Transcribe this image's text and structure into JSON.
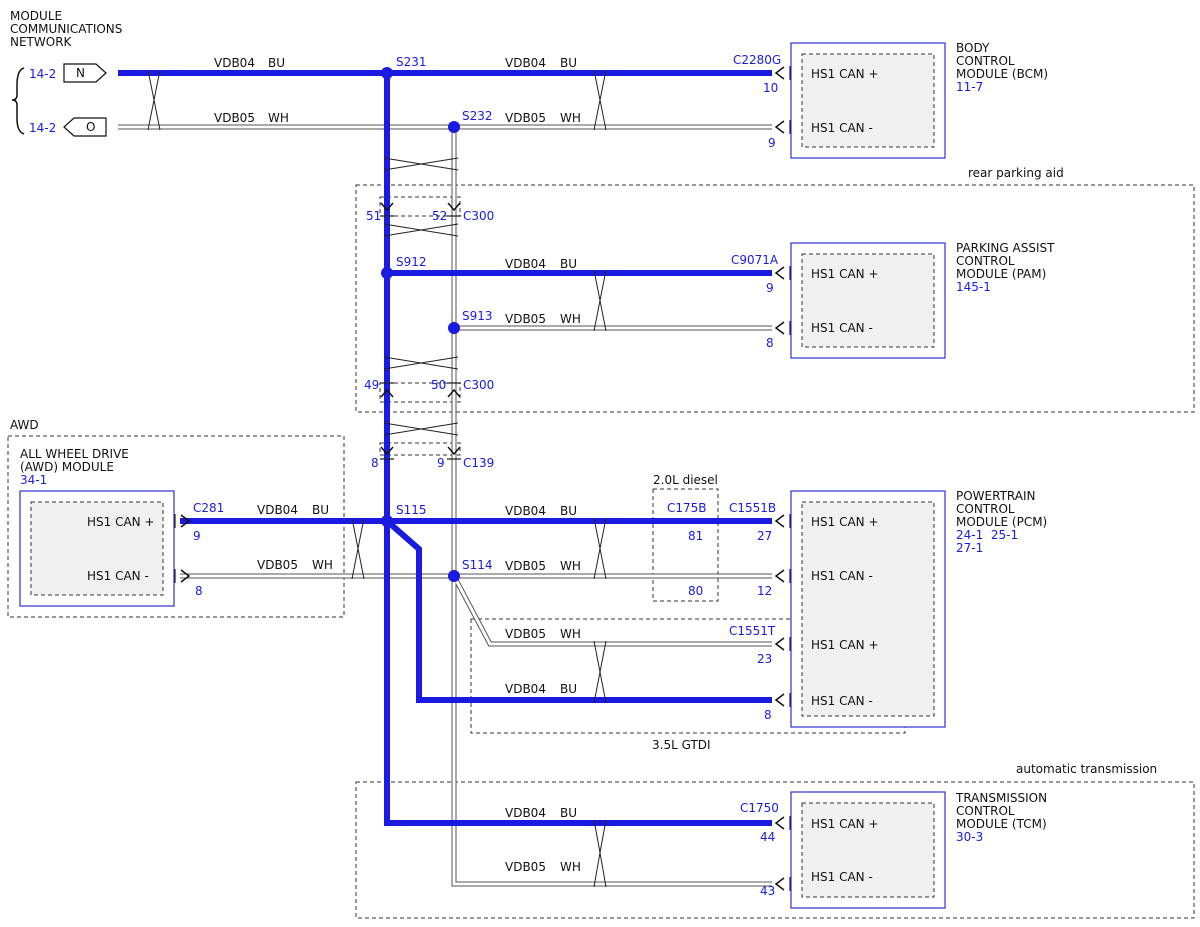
{
  "header": {
    "title_lines": [
      "MODULE",
      "COMMUNICATIONS",
      "NETWORK"
    ]
  },
  "network_refs": {
    "n": {
      "ref": "14-2",
      "letter": "N"
    },
    "o": {
      "ref": "14-2",
      "letter": "O"
    }
  },
  "circuits": {
    "bu_code": "VDB04",
    "bu_color": "BU",
    "wh_code": "VDB05",
    "wh_color": "WH"
  },
  "splices": {
    "s231": "S231",
    "s232": "S232",
    "s912": "S912",
    "s913": "S913",
    "s115": "S115",
    "s114": "S114"
  },
  "inline_connectors": {
    "c300_top": {
      "name": "C300",
      "pin_bu": "51",
      "pin_wh": "52"
    },
    "c300_bottom": {
      "name": "C300",
      "pin_bu": "49",
      "pin_wh": "50"
    },
    "c139": {
      "name": "C139",
      "pin_bu": "8",
      "pin_wh": "9"
    },
    "c175b": {
      "name": "C175B",
      "pin_a": "81",
      "pin_b": "80",
      "option": "2.0L diesel"
    }
  },
  "groups": {
    "rear_parking_aid": "rear parking aid",
    "awd": "AWD",
    "gtdi": "3.5L GTDI",
    "automatic_transmission": "automatic transmission"
  },
  "modules": {
    "bcm": {
      "name_lines": [
        "BODY",
        "CONTROL",
        "MODULE (BCM)"
      ],
      "refs": [
        "11-7"
      ],
      "connector": "C2280G",
      "pins": [
        {
          "label": "HS1 CAN +",
          "pin": "10"
        },
        {
          "label": "HS1 CAN -",
          "pin": "9"
        }
      ]
    },
    "pam": {
      "name_lines": [
        "PARKING ASSIST",
        "CONTROL",
        "MODULE (PAM)"
      ],
      "refs": [
        "145-1"
      ],
      "connector": "C9071A",
      "pins": [
        {
          "label": "HS1 CAN +",
          "pin": "9"
        },
        {
          "label": "HS1 CAN -",
          "pin": "8"
        }
      ]
    },
    "awd": {
      "name_lines": [
        "ALL WHEEL DRIVE",
        "(AWD) MODULE"
      ],
      "refs": [
        "34-1"
      ],
      "connector": "C281",
      "pins": [
        {
          "label": "HS1 CAN +",
          "pin": "9"
        },
        {
          "label": "HS1 CAN -",
          "pin": "8"
        }
      ]
    },
    "pcm": {
      "name_lines": [
        "POWERTRAIN",
        "CONTROL",
        "MODULE (PCM)"
      ],
      "refs": [
        "24-1  25-1",
        "27-1"
      ],
      "connector_a": "C1551B",
      "connector_b": "C1551T",
      "pins": [
        {
          "label": "HS1 CAN +",
          "pin": "27"
        },
        {
          "label": "HS1 CAN -",
          "pin": "12"
        },
        {
          "label": "HS1 CAN +",
          "pin": "23"
        },
        {
          "label": "HS1 CAN -",
          "pin": "8"
        }
      ]
    },
    "tcm": {
      "name_lines": [
        "TRANSMISSION",
        "CONTROL",
        "MODULE (TCM)"
      ],
      "refs": [
        "30-3"
      ],
      "connector": "C1750",
      "pins": [
        {
          "label": "HS1 CAN +",
          "pin": "44"
        },
        {
          "label": "HS1 CAN -",
          "pin": "43"
        }
      ]
    }
  }
}
